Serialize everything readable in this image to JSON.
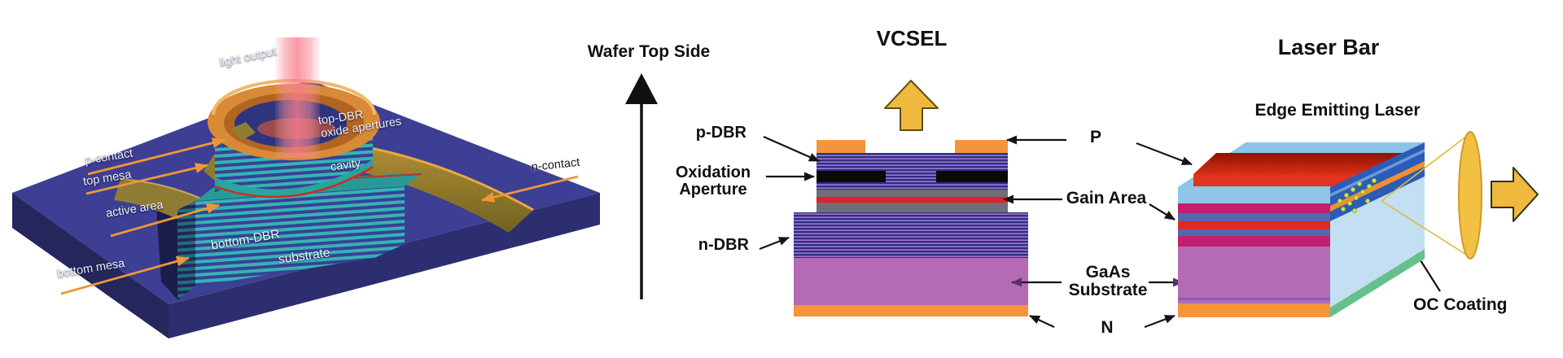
{
  "left_figure": {
    "description": "3D rendered VCSEL device",
    "labels": {
      "light_output": "light output",
      "p_contact": "p-contact",
      "top_mesa": "top mesa",
      "active_area": "active area",
      "bottom_mesa": "bottom mesa",
      "n_contact": "n-contact",
      "top_dbr": "top-DBR",
      "oxide_apertures": "oxide apertures",
      "cavity": "cavity",
      "bottom_dbr": "bottom-DBR",
      "substrate": "substrate"
    },
    "colors": {
      "body_blue": "#3c3f94",
      "mirror_teal": "#34b4b4",
      "mirror_blue": "#3a4196",
      "ring_contact_orange": "#d98a36",
      "gold_contact": "#8f7c33",
      "beam_pink": "#f2939e",
      "arrow_orange": "#f09638"
    }
  },
  "middle_figure": {
    "axis_label": "Wafer Top Side",
    "title": "VCSEL",
    "labels": {
      "p_dbr": "p-DBR",
      "oxidation_aperture": "Oxidation Aperture",
      "n_dbr": "n-DBR"
    },
    "colors": {
      "contact_orange": "#f5953b",
      "dbr_stripe_dark": "#2e2e7e",
      "dbr_stripe_light": "#6c5fc8",
      "oxide_black": "#0a0a0a",
      "spacer_gray": "#6e6e74",
      "gain_red": "#e02126",
      "substrate_orchid": "#b56ab4",
      "emission_arrow_yellow": "#efb93e"
    }
  },
  "shared_labels": {
    "p": "P",
    "gain_area": "Gain Area",
    "gaas_substrate": "GaAs Substrate",
    "n": "N"
  },
  "right_figure": {
    "title": "Laser Bar",
    "device_label": "Edge Emitting Laser",
    "oc_coating": "OC Coating",
    "colors": {
      "top_blue": "#8cc3e6",
      "cladding_blue": "#90c7e8",
      "ridge_red": "#e23320",
      "quantum_magenta": "#c2206e",
      "barrier_blue_gray": "#5568a8",
      "gain_red": "#e02828",
      "substrate_orchid": "#b56ab4",
      "n_contact_orange": "#f5953b",
      "facet_blue": "#2b5cb8",
      "coating_green": "#66c08c",
      "lens_yellow": "#f2c143"
    }
  }
}
